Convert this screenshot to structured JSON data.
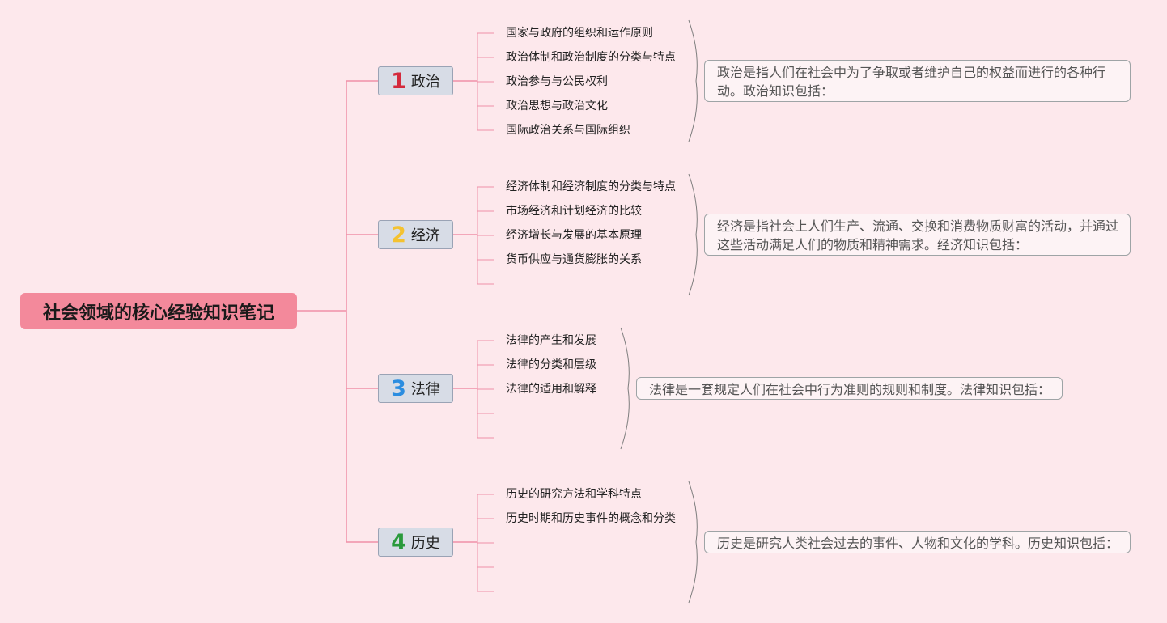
{
  "root": {
    "title": "社会领域的核心经验知识笔记"
  },
  "topics": [
    {
      "number": "1",
      "number_color": "#d42a3c",
      "label": "政治",
      "items": [
        "国家与政府的组织和运作原则",
        "政治体制和政治制度的分类与特点",
        "政治参与与公民权利",
        "政治思想与政治文化",
        "国际政治关系与国际组织"
      ],
      "description": "政治是指人们在社会中为了争取或者维护自己的权益而进行的各种行动。政治知识包括："
    },
    {
      "number": "2",
      "number_color": "#f4c230",
      "label": "经济",
      "items": [
        "经济体制和经济制度的分类与特点",
        "市场经济和计划经济的比较",
        "经济增长与发展的基本原理",
        "货币供应与通货膨胀的关系",
        ""
      ],
      "description": "经济是指社会上人们生产、流通、交换和消费物质财富的活动，并通过这些活动满足人们的物质和精神需求。经济知识包括："
    },
    {
      "number": "3",
      "number_color": "#2b8de0",
      "label": "法律",
      "items": [
        "法律的产生和发展",
        "法律的分类和层级",
        "法律的适用和解释",
        "",
        ""
      ],
      "description": "法律是一套规定人们在社会中行为准则的规则和制度。法律知识包括："
    },
    {
      "number": "4",
      "number_color": "#2a9a3c",
      "label": "历史",
      "items": [
        "历史的研究方法和学科特点",
        "历史时期和历史事件的概念和分类",
        "",
        "",
        ""
      ],
      "description": "历史是研究人类社会过去的事件、人物和文化的学科。历史知识包括："
    }
  ],
  "colors": {
    "background": "#fde8ec",
    "root_fill": "#f3899b",
    "line": "#f090a8",
    "topic_fill": "#d7dce6"
  }
}
